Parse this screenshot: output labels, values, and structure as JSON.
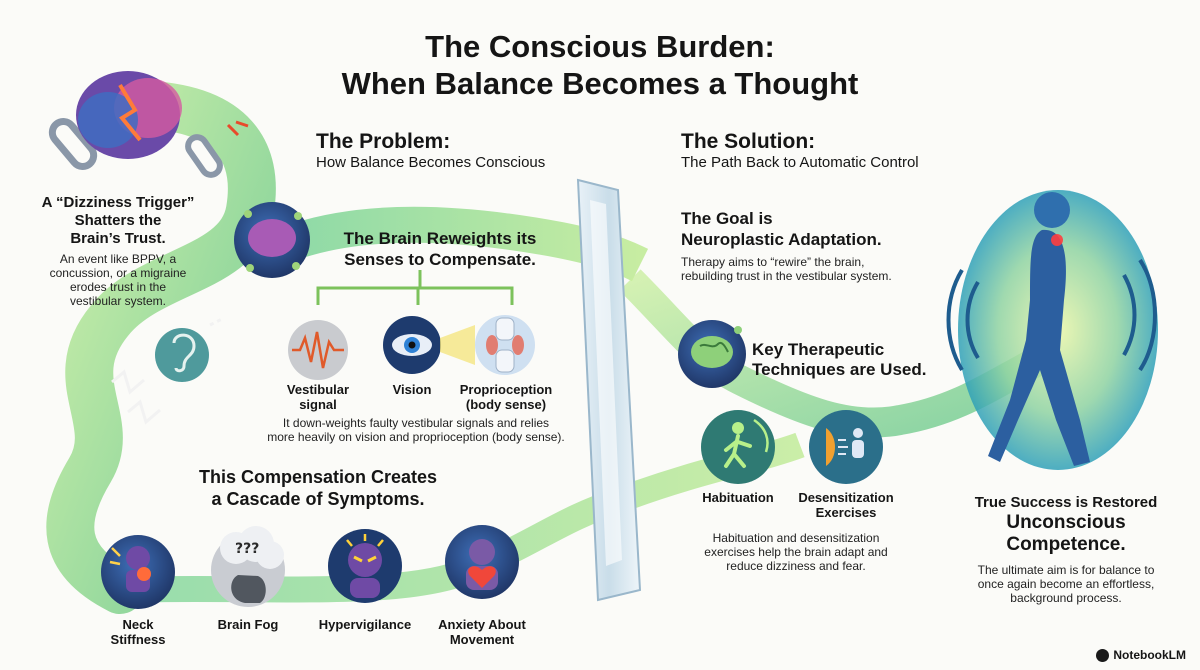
{
  "title": {
    "line1": "The Conscious Burden:",
    "line2": "When Balance Becomes a Thought"
  },
  "problem": {
    "title": "The Problem:",
    "subtitle": "How Balance Becomes Conscious"
  },
  "solution": {
    "title": "The Solution:",
    "subtitle": "The Path Back to Automatic Control"
  },
  "trigger": {
    "heading": [
      "A “Dizziness Trigger”",
      "Shatters the",
      "Brain’s Trust."
    ],
    "body": [
      "An event like BPPV, a",
      "concussion, or a migraine",
      "erodes trust in the",
      "vestibular system."
    ]
  },
  "reweight": {
    "heading": [
      "The Brain Reweights its",
      "Senses to Compensate."
    ],
    "senses": [
      {
        "label": [
          "Vestibular",
          "signal"
        ],
        "icon": "ear-waveform-icon"
      },
      {
        "label": [
          "Vision"
        ],
        "icon": "eye-icon"
      },
      {
        "label": [
          "Proprioception",
          "(body sense)"
        ],
        "icon": "joint-icon"
      }
    ],
    "body": [
      "It down-weights faulty vestibular signals and relies",
      "more heavily on vision and proprioception (body sense)."
    ]
  },
  "cascade": {
    "heading": [
      "This Compensation Creates",
      "a Cascade of Symptoms."
    ],
    "symptoms": [
      {
        "label": [
          "Neck",
          "Stiffness"
        ],
        "icon": "neck-pain-icon"
      },
      {
        "label": [
          "Brain Fog"
        ],
        "icon": "brain-fog-icon"
      },
      {
        "label": [
          "Hypervigilance"
        ],
        "icon": "alert-eyes-icon"
      },
      {
        "label": [
          "Anxiety About",
          "Movement"
        ],
        "icon": "anxious-heart-icon"
      }
    ]
  },
  "goal": {
    "heading": [
      "The Goal is",
      "Neuroplastic Adaptation."
    ],
    "body": [
      "Therapy aims to “rewire” the brain,",
      "rebuilding trust in the vestibular system."
    ]
  },
  "techniques": {
    "heading": [
      "Key Therapeutic",
      "Techniques are Used."
    ],
    "items": [
      {
        "label": [
          "Habituation"
        ],
        "icon": "habituation-walker-icon"
      },
      {
        "label": [
          "Desensitization",
          "Exercises"
        ],
        "icon": "desensitization-icon"
      }
    ],
    "body": [
      "Habituation and desensitization",
      "exercises help the brain adapt and",
      "reduce dizziness and fear."
    ]
  },
  "success": {
    "heading": [
      "True Success is Restored"
    ],
    "heading_big": [
      "Unconscious",
      "Competence."
    ],
    "body": [
      "The ultimate aim is for balance to",
      "once again become an effortless,",
      "background process."
    ]
  },
  "brand": {
    "name": "NotebookLM",
    "mark": "●"
  },
  "colors": {
    "path_green": "#8fd66a",
    "path_teal": "#46b3a7",
    "icon_navy": "#1e3b6e",
    "accent_purple": "#6f4aa5",
    "alert_orange": "#e84a2b"
  }
}
